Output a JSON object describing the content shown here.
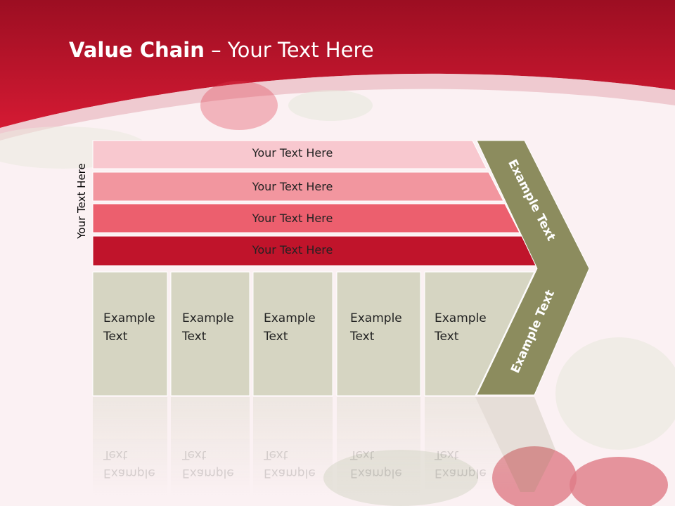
{
  "slide": {
    "title_bold": "Value Chain",
    "title_rest": " – Your Text Here",
    "vertical_label": "Your Text Here",
    "bands": [
      {
        "label": "Your Text Here",
        "color": "#f8c8cf"
      },
      {
        "label": "Your Text Here",
        "color": "#f2969f"
      },
      {
        "label": "Your Text Here",
        "color": "#ec5f6e"
      },
      {
        "label": "Your Text Here",
        "color": "#c0142b"
      }
    ],
    "boxes": [
      {
        "line1": "Example",
        "line2": "Text"
      },
      {
        "line1": "Example",
        "line2": "Text"
      },
      {
        "line1": "Example",
        "line2": "Text"
      },
      {
        "line1": "Example",
        "line2": "Text"
      },
      {
        "line1": "Example",
        "line2": "Text"
      }
    ],
    "chevron_upper": "Example Text",
    "chevron_lower": "Example Text",
    "colors": {
      "header_red": "#c8142c",
      "box_fill": "#d6d5c2",
      "chevron_fill": "#8c8c5e"
    }
  }
}
